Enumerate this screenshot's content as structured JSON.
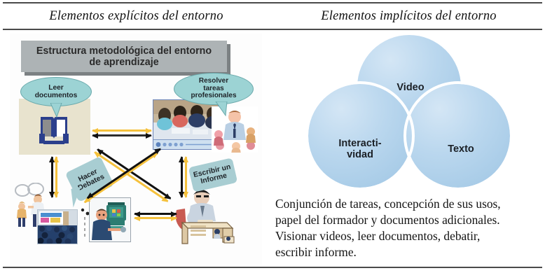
{
  "table": {
    "headers": [
      "Elementos explícitos del entorno",
      "Elementos implícitos del entorno"
    ]
  },
  "left_panel": {
    "title": "Estructura metodológica del entorno de aprendizaje",
    "bubbles": [
      {
        "id": "leer",
        "label": "Leer\ndocumentos"
      },
      {
        "id": "resolver",
        "label": "Resolver\ntareas\nprofesionales"
      },
      {
        "id": "debates",
        "label": "Hacer\nDebates"
      },
      {
        "id": "informe",
        "label": "Escribir un\nInforme"
      }
    ],
    "nodes": [
      {
        "id": "documento",
        "name": "document-book-illustration"
      },
      {
        "id": "video",
        "name": "video-player-students-photo"
      },
      {
        "id": "profesional",
        "name": "teacher-children-clipart"
      },
      {
        "id": "audiencia",
        "name": "audience-conference-photo"
      },
      {
        "id": "personas",
        "name": "people-speaking-clipart"
      },
      {
        "id": "computadora",
        "name": "person-at-computer-clipart"
      },
      {
        "id": "escritorio",
        "name": "person-writing-at-desk-clipart"
      }
    ],
    "colors": {
      "title_fill": "#adb3b5",
      "title_shadow": "#7c8183",
      "bubble_fill": "#9cd3d4",
      "bubble_flat_fill": "#a8cdd2",
      "doc_panel": "#e8e3ce",
      "arrow_gold": "#f5c13c",
      "arrow_dark": "#1a1a1a"
    }
  },
  "right_panel": {
    "venn": {
      "circles": [
        {
          "id": "video",
          "label": "Video"
        },
        {
          "id": "interactividad",
          "label": "Interacti-\nvidad"
        },
        {
          "id": "texto",
          "label": "Texto"
        }
      ],
      "fill": "#bad7ee",
      "stroke": "#ffffff"
    },
    "paragraph": [
      "Conjunción de tareas, concepción de sus usos,",
      "papel del formador y documentos adicionales.",
      "Visionar videos, leer documentos, debatir,",
      "escribir informe."
    ]
  }
}
